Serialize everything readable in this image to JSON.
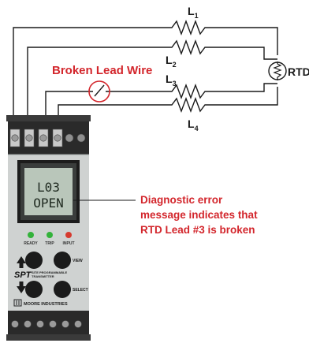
{
  "leads": {
    "l1": "L",
    "l1_sub": "1",
    "l2": "L",
    "l2_sub": "2",
    "l3": "L",
    "l3_sub": "3",
    "l4": "L",
    "l4_sub": "4"
  },
  "rtd_label": "RTD",
  "broken_wire_label": "Broken Lead Wire",
  "lcd": {
    "line1": "L03",
    "line2": "OPEN"
  },
  "annotation": {
    "line1": "Diagnostic error",
    "line2": "message indicates that",
    "line3": "RTD Lead #3 is broken"
  },
  "device": {
    "led_ready": "READY",
    "led_trip": "TRIP",
    "led_input": "INPUT",
    "view_label": "VIEW",
    "select_label": "SELECT",
    "model": "SPT",
    "model_desc1": "SITE PROGRAMMABLE",
    "model_desc2": "TRANSMITTER",
    "brand": "MOORE INDUSTRIES"
  },
  "colors": {
    "accent_red": "#d3262c",
    "wire": "#1a1a1a",
    "housing": "#cfd2d1",
    "lcd_bg": "#b9c6ba",
    "led_green": "#33b23a",
    "led_red": "#d63a2e"
  }
}
